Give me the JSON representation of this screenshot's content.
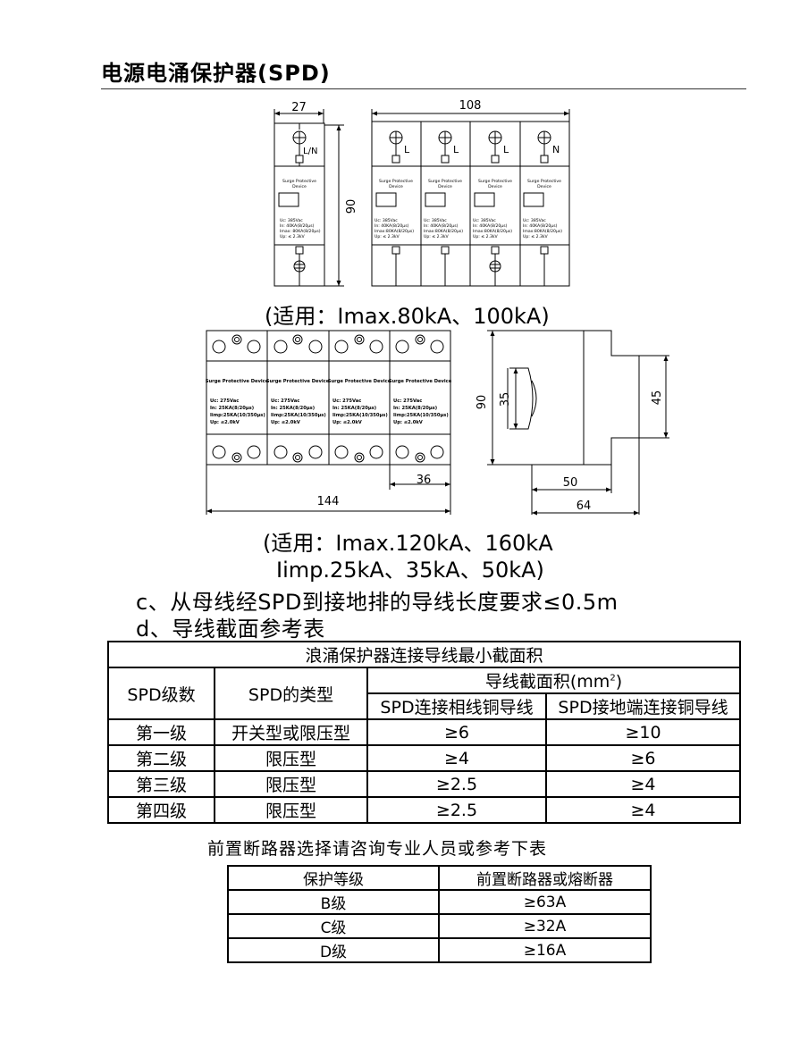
{
  "page_title": "电源电涌保护器(SPD)",
  "figure1": {
    "dim_width_single": "27",
    "dim_width_four": "108",
    "dim_height": "90",
    "terminal_single": "L/N",
    "terminals_four": [
      "L",
      "L",
      "L",
      "N"
    ],
    "device_label": [
      "Surge Protective",
      "Device"
    ],
    "spec_single": [
      "Uc:   385Vac",
      "In:    40KA(8/20μs)",
      "Imax: 80KA(8/20μs)",
      "Up:  ≤ 2.3kV"
    ],
    "spec_four": [
      "Uc:   385Vac",
      "In:    40KA(8/20μs)",
      "Imax:80KA(8/20μs)",
      "Up:  ≤ 2.3kV"
    ],
    "caption": "(适用：Imax.80kA、100kA)"
  },
  "figure2": {
    "device_label": "Surge Protective Device",
    "spec": [
      "Uc:   275Vac",
      "In:    25KA(8/20μs)",
      "Iimp:25KA(10/350μs)",
      "Up:   ≤2.0kV"
    ],
    "dim_total_width": "144",
    "dim_module_width": "36",
    "dim_height": "90",
    "dim_window": "35",
    "dim_front": "45",
    "dim_depth_inner": "50",
    "dim_depth_total": "64",
    "caption_line1": "(适用：Imax.120kA、160kA",
    "caption_line2": "Iimp.25kA、35kA、50kA)"
  },
  "notes": {
    "c": "c、从母线经SPD到接地排的导线长度要求≤0.5m",
    "d": "d、导线截面参考表"
  },
  "table1": {
    "title": "浪涌保护器连接导线最小截面积",
    "col_level": "SPD级数",
    "col_type": "SPD的类型",
    "col_section": "导线截面积(mm",
    "col_section_sup": "2",
    "col_section_end": ")",
    "col_phase": "SPD连接相线铜导线",
    "col_ground": "SPD接地端连接铜导线",
    "rows": [
      {
        "level": "第一级",
        "type": "开关型或限压型",
        "phase": "≥6",
        "ground": "≥10"
      },
      {
        "level": "第二级",
        "type": "限压型",
        "phase": "≥4",
        "ground": "≥6"
      },
      {
        "level": "第三级",
        "type": "限压型",
        "phase": "≥2.5",
        "ground": "≥4"
      },
      {
        "level": "第四级",
        "type": "限压型",
        "phase": "≥2.5",
        "ground": "≥4"
      }
    ]
  },
  "table2": {
    "title": "前置断路器选择请咨询专业人员或参考下表",
    "col_grade": "保护等级",
    "col_breaker": "前置断路器或熔断器",
    "rows": [
      {
        "grade": "B级",
        "breaker": "≥63A"
      },
      {
        "grade": "C级",
        "breaker": "≥32A"
      },
      {
        "grade": "D级",
        "breaker": "≥16A"
      }
    ]
  }
}
